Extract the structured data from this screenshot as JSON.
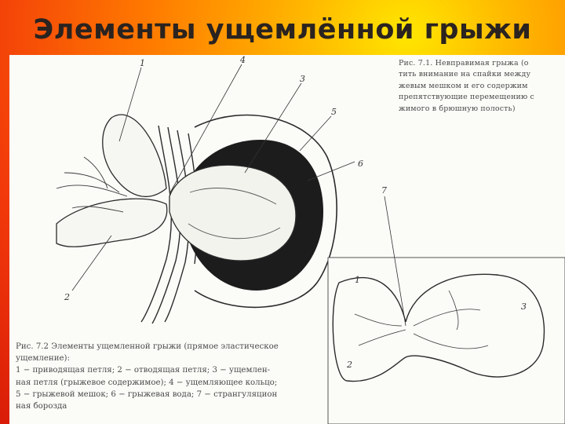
{
  "slide": {
    "title": "Элементы ущемлённой грыжи"
  },
  "figure": {
    "caption_top": "Рис. 7.1. Невправимая грыжа (о\nтить внимание на спайки между\nжевым мешком и его содержим\nпрепятствующие перемещению с\nжимого в брюшную полость)",
    "caption_bottom": "Рис. 7.2 Элементы ущемленной грыжи (прямое эластическое\nущемление):\n1 − приводящая петля; 2 − отводящая петля; 3 − ущемлен-\nная петля (грыжевое содержимое); 4 − ущемляющее кольцо;\n5 − грыжевой мешок; 6 − грыжевая вода; 7 − странгуляцион\nная борозда",
    "labels_left": [
      "1",
      "2",
      "3",
      "4",
      "5",
      "6",
      "7"
    ],
    "labels_right": [
      "1",
      "2",
      "3"
    ]
  },
  "colors": {
    "ink": "#2b2b2b",
    "panel": "#fbfbf8"
  }
}
